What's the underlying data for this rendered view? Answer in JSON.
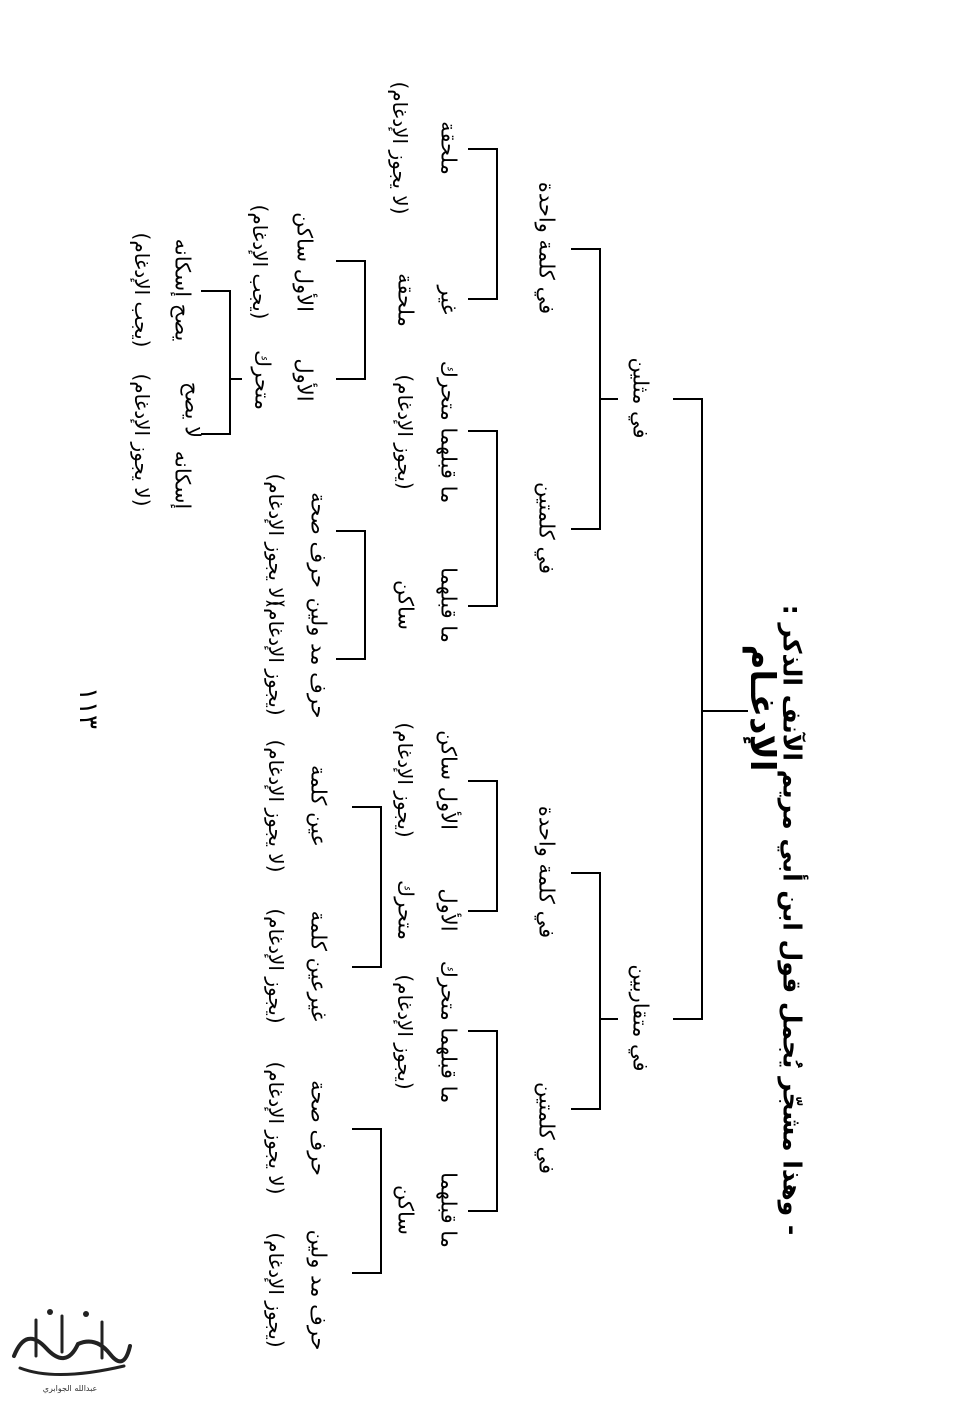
{
  "heading": "- وهذا مشجّر يُجمل قول ابن أبي مريم الآنف الذكر :",
  "page_number": "١١٣",
  "stamp": {
    "text": "المسـتهم",
    "subtext": "عبدالله الجوابري"
  },
  "tree": {
    "root": "الإدغـام",
    "mutaqaribayn": {
      "label": "في متقاربين",
      "kalimatayn": {
        "label": "في كلمتين",
        "qablahuma_mutaharrik": "ما قبلهما متحرك",
        "qablahuma_mutaharrik_rule": "(يجوز الإدغام)",
        "qablahuma_sakin_line1": "ما قبلهما",
        "qablahuma_sakin_line2": "ساكن",
        "harf_madd": "حرف مد ولين",
        "harf_madd_rule": "(يجوز الإدغام)",
        "harf_sihha": "حرف صحة",
        "harf_sihha_rule": "(لا يجوز الإدغام)"
      },
      "kalima_wahida": {
        "label": "في كلمة واحدة",
        "awwal_sakin": "الأول ساكن",
        "awwal_sakin_rule": "(يجوز الإدغام)",
        "awwal_mutaharrik_line1": "الأول",
        "awwal_mutaharrik_line2": "متحرك",
        "ayn_kalima": "عين كلمة",
        "ayn_kalima_rule": "(لا يجوز الإدغام)",
        "ghayr_ayn": "غيرعين كلمة",
        "ghayr_ayn_rule": "(يجوز الإدغام)"
      }
    },
    "mithlayn": {
      "label": "في مثلين",
      "kalimatayn": {
        "label": "في كلمتين",
        "qablahuma_mutaharrik": "ما قبلهما متحرك",
        "qablahuma_mutaharrik_rule": "(يجوز الإدغام)",
        "qablahuma_sakin_line1": "ما قبلهما",
        "qablahuma_sakin_line2": "ساكن",
        "harf_madd": "حرف مد ولين",
        "harf_madd_rule": "(يجوز الإدغام)",
        "harf_sihha": "حرف صحة",
        "harf_sihha_rule": "(لا يجوز الإدغام)"
      },
      "kalima_wahida": {
        "label": "في كلمة واحدة",
        "mulhaqa": "ملحقة",
        "mulhaqa_rule": "(لا يجوز الإدغام)",
        "ghayr_mulhaqa_line1": "غير",
        "ghayr_mulhaqa_line2": "ملحقة",
        "awwal_sakin": "الأول ساكن",
        "awwal_sakin_rule": "(يجب الإدغام)",
        "awwal_mutaharrik_line1": "الأول",
        "awwal_mutaharrik_line2": "متحرك",
        "yasihh": "يصح إسكانه",
        "yasihh_rule": "(يجب الإدغام)",
        "la_yasihh_line1": "لا يصح",
        "la_yasihh_line2": "إسكانه",
        "la_yasihh_rule": "(لا يجوز الإدغام)"
      }
    }
  }
}
